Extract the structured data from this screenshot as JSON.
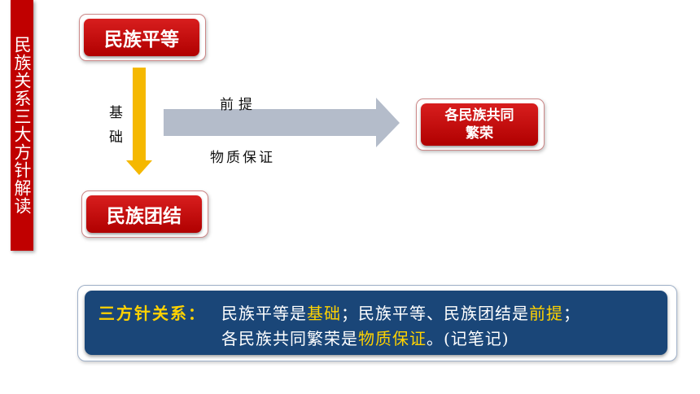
{
  "side_title": "民族关系三大方针解读",
  "nodes": {
    "equality": "民族平等",
    "unity": "民族团结",
    "prosperity_line1": "各民族共同",
    "prosperity_line2": "繁荣"
  },
  "labels": {
    "foundation_1": "基",
    "foundation_2": "础",
    "premise": "前提",
    "guarantee": "物质保证"
  },
  "summary": {
    "lead": "三方针关系：",
    "l1_a": "民族平等是",
    "l1_b": "基础",
    "l1_c": "；民族平等、民族团结是",
    "l1_d": "前提",
    "l1_e": "；",
    "l2_a": "各民族共同繁荣是",
    "l2_b": "物质保证",
    "l2_c": "。(记笔记)"
  },
  "colors": {
    "red": "#c00000",
    "navy": "#1a4678",
    "highlight": "#ffd200",
    "down_arrow": "#f5b800",
    "right_arrow": "#b4bcca"
  }
}
